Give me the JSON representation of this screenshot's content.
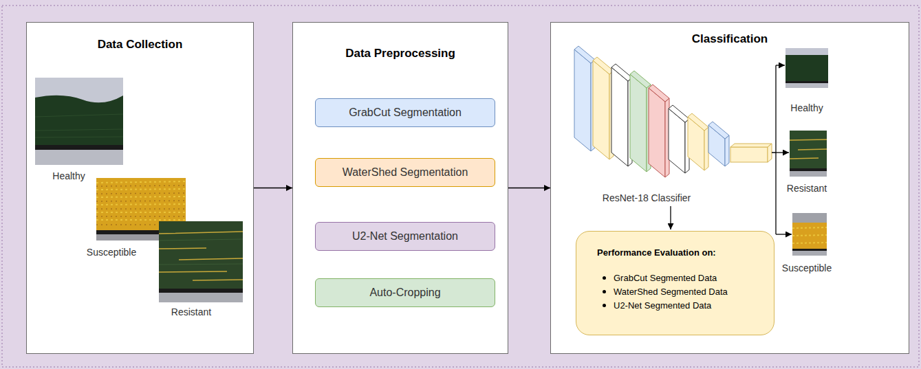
{
  "diagram": {
    "nodes": [
      {
        "text": [
          "Data Collection"
        ]
      },
      {
        "text": [
          "Data Preprocessing"
        ]
      },
      {
        "text": [
          "GrabCut Segmentation"
        ],
        "in": 1
      },
      {
        "text": [
          "WaterShed Segmentation"
        ],
        "in": 1
      },
      {
        "text": [
          "U2-Net Segmentation"
        ],
        "in": 1
      },
      {
        "text": [
          "Auto-Cropping"
        ],
        "in": 1
      },
      {
        "text": [
          "Classification"
        ]
      },
      {
        "text": [
          "Performance Evaluation on:",
          "GrabCut Segmented Data",
          "WaterShed Segmented Data",
          "U2-Net Segmented Data"
        ],
        "in": 6
      }
    ],
    "edges": [
      {
        "from": 0,
        "to": 1,
        "arrow": "to"
      },
      {
        "from": 1,
        "to": 6,
        "arrow": "to"
      }
    ],
    "labels": [
      "Healthy",
      "Susceptible",
      "Resistant",
      "ResNet-18 Classifier",
      "Healthy",
      "Resistant",
      "Susceptible"
    ]
  }
}
